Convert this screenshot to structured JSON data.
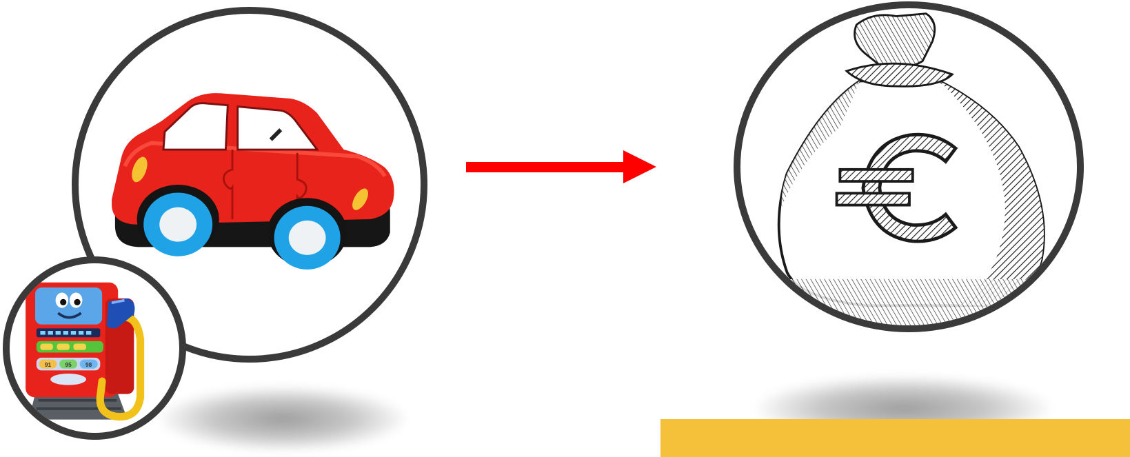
{
  "scene": {
    "left_group": {
      "main_circle_icon": "toy-car-icon",
      "small_circle_icon": "toy-fuel-pump-icon",
      "pump_readout_values": [
        "91",
        "95",
        "98"
      ]
    },
    "connector": {
      "icon": "right-arrow-icon",
      "color": "#ff0000"
    },
    "right_group": {
      "circle_icon": "euro-money-bag-icon",
      "currency_symbol": "€"
    },
    "banner": {
      "text": "",
      "color": "#f5c03a"
    },
    "colors": {
      "frame": "#3a3a3a",
      "car_body": "#e8231b",
      "car_wheels": "#1fa3e6",
      "pump_body": "#e8231b",
      "pump_face": "#5aa6e8",
      "hose": "#f2c21a"
    }
  }
}
